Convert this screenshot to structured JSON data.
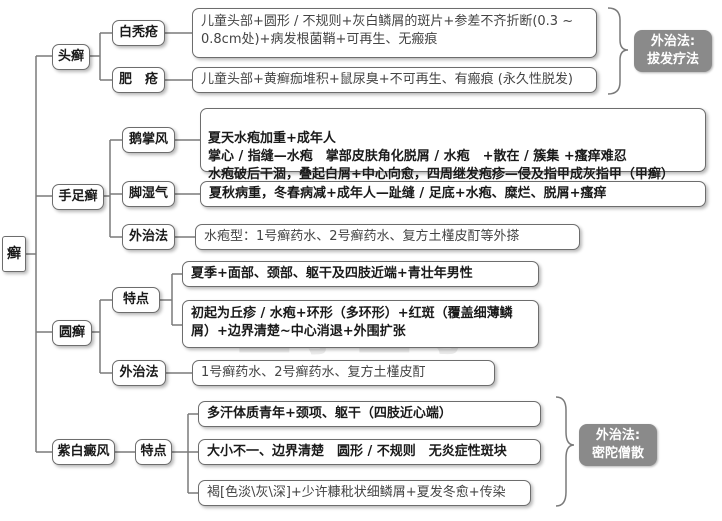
{
  "root": {
    "label": "癣"
  },
  "branches": [
    {
      "name": "头癣",
      "subs": [
        {
          "name": "白秃疮",
          "desc": "儿童头部+圆形 / 不规则+灰白鳞屑的斑片+参差不齐折断(0.3 ~ 0.8cm处)+病发根菌鞘+可再生、无瘢痕"
        },
        {
          "name": "肥　疮",
          "desc": "儿童头部+黄癣痂堆积+鼠尿臭+不可再生、有瘢痕 (永久性脱发)"
        }
      ],
      "external": "外治法:\n拔发疗法"
    },
    {
      "name": "手足癣",
      "subs": [
        {
          "name": "鹅掌风",
          "desc": "夏天水疱加重+成年人\n掌心 / 指缝—水疱　掌部皮肤角化脱屑 / 水疱　+散在 / 簇集 +瘙痒难忍\n水疱破后干涸，叠起白屑+中心向愈，四周继发疱疹—侵及指甲成灰指甲（甲癣）"
        },
        {
          "name": "脚湿气",
          "desc": "夏秋病重，冬春病减+成年人—趾缝 / 足底+水疱、糜烂、脱屑+瘙痒"
        },
        {
          "name": "外治法",
          "desc": "水疱型：1号癣药水、2号癣药水、复方土槿皮酊等外搽"
        }
      ]
    },
    {
      "name": "圆癣",
      "subs": [
        {
          "name": "特点",
          "descs": [
            "夏季+面部、颈部、躯干及四肢近端+青壮年男性",
            "初起为丘疹 / 水疱+环形（多环形）+红斑（覆盖细薄鳞屑）+边界清楚~中心消退+外围扩张"
          ]
        },
        {
          "name": "外治法",
          "desc": "1号癣药水、2号癣药水、复方土槿皮酊"
        }
      ]
    },
    {
      "name": "紫白癜风",
      "subs": [
        {
          "name": "特点",
          "descs": [
            "多汗体质青年+颈项、躯干（四肢近心端）",
            "大小不一、边界清楚　圆形 / 不规则　无炎症性斑块",
            "褐[色淡\\灰\\深]+少许糠秕状细鳞屑+夏发冬愈+传染"
          ]
        }
      ],
      "external": "外治法:\n密陀僧散"
    }
  ],
  "watermark": "医学医考"
}
